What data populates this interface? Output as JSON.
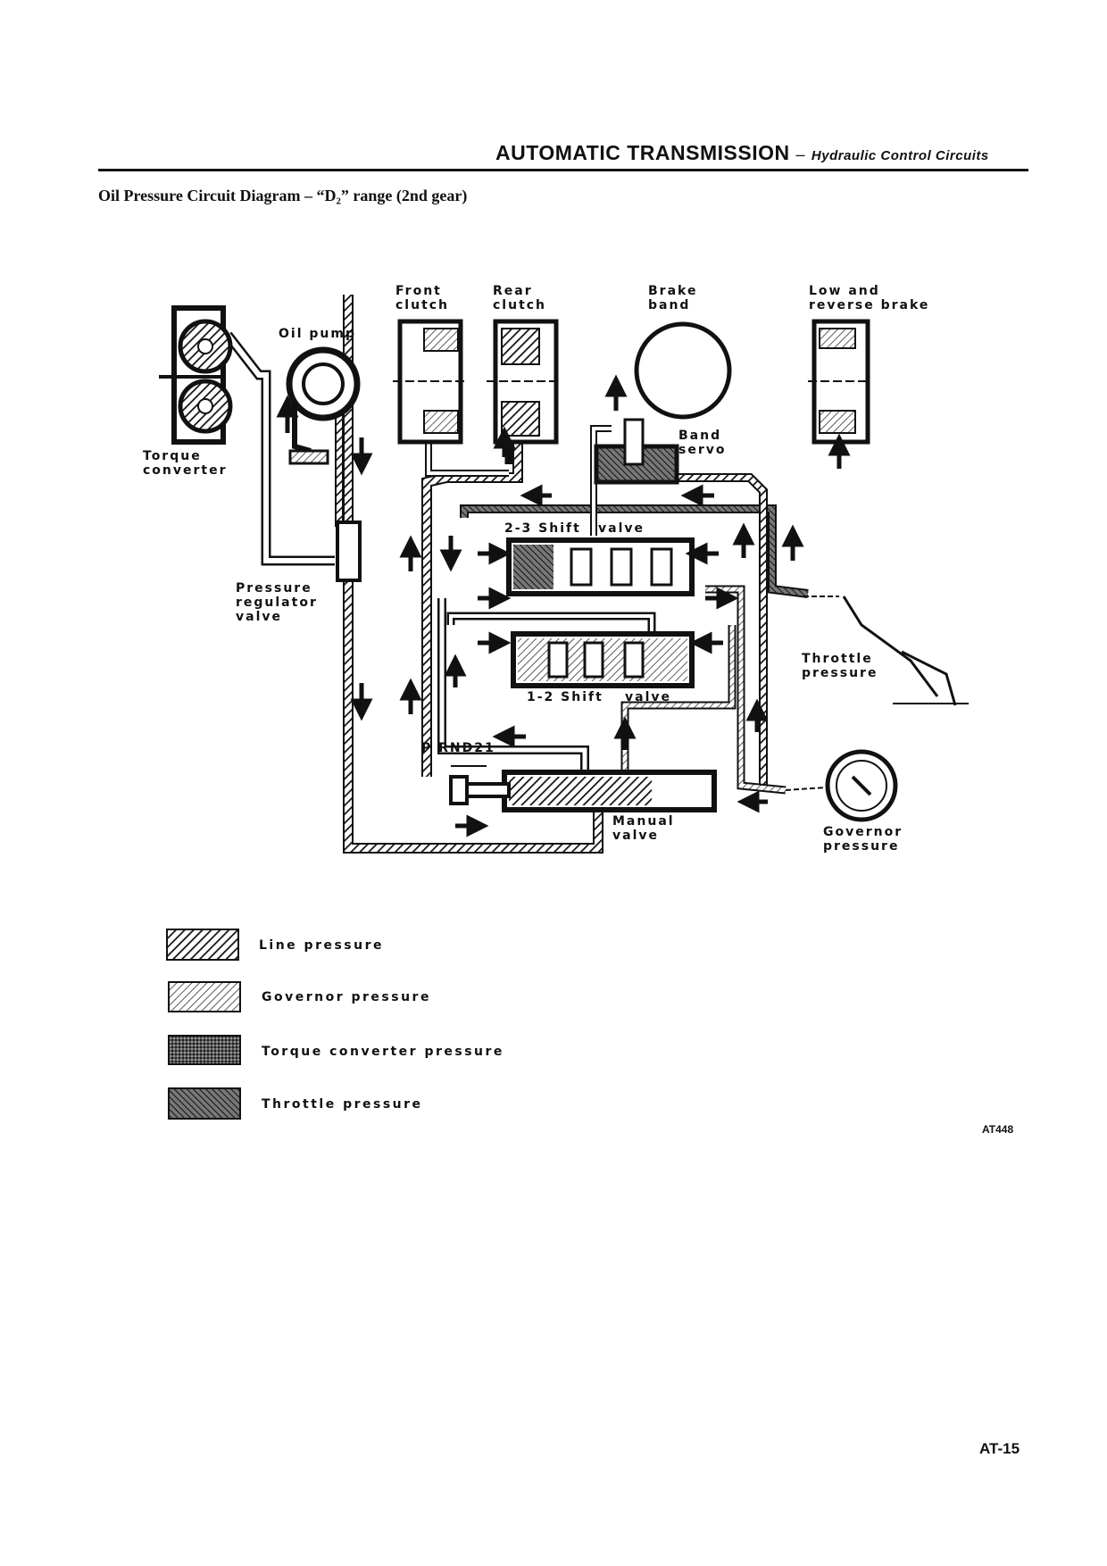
{
  "header": {
    "title": "AUTOMATIC TRANSMISSION",
    "separator": "–",
    "subtitle": "Hydraulic Control Circuits"
  },
  "diagram": {
    "title": "Oil Pressure Circuit Diagram – “D₂” range (2nd gear)",
    "labels": {
      "torque_converter_1": "Torque",
      "torque_converter_2": "converter",
      "oil_pump": "Oil pump",
      "front_clutch_1": "Front",
      "front_clutch_2": "clutch",
      "rear_clutch_1": "Rear",
      "rear_clutch_2": "clutch",
      "brake_band_1": "Brake",
      "brake_band_2": "band",
      "low_reverse_1": "Low and",
      "low_reverse_2": "reverse brake",
      "band_servo_1": "Band",
      "band_servo_2": "servo",
      "shift_23_a": "2-3 Shift",
      "shift_23_b": "valve",
      "shift_12_a": "1-2 Shift",
      "shift_12_b": "valve",
      "pressure_reg_1": "Pressure",
      "pressure_reg_2": "regulator",
      "pressure_reg_3": "valve",
      "throttle_1": "Throttle",
      "throttle_2": "pressure",
      "governor_1": "Governor",
      "governor_2": "pressure",
      "manual_1": "Manual",
      "manual_2": "valve",
      "prnd21": "P RND21"
    }
  },
  "legend": [
    {
      "label": "Line pressure",
      "pattern": "line-pattern"
    },
    {
      "label": "Governor pressure",
      "pattern": "governor-pattern"
    },
    {
      "label": "Torque converter pressure",
      "pattern": "torque-pattern"
    },
    {
      "label": "Throttle pressure",
      "pattern": "throttle-pattern"
    }
  ],
  "footer": {
    "figure_code": "AT448",
    "page_number": "AT-15"
  }
}
